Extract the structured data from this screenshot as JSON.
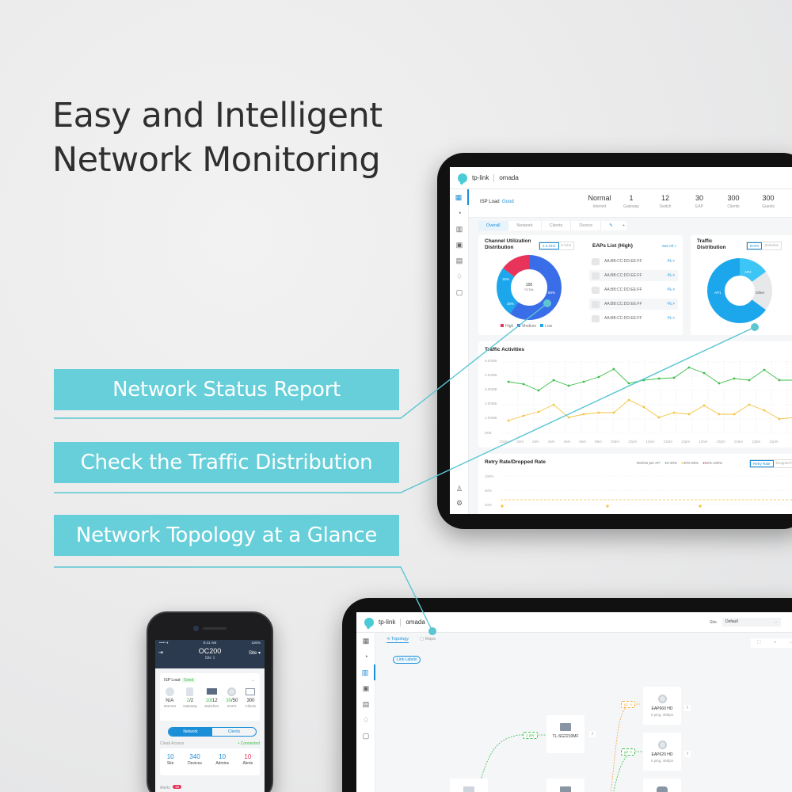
{
  "headline": {
    "line1": "Easy and Intelligent",
    "line2": "Network Monitoring"
  },
  "callouts": [
    {
      "label": "Network Status Report"
    },
    {
      "label": "Check the Traffic Distribution"
    },
    {
      "label": "Network Topology at a Glance"
    }
  ],
  "colors": {
    "accent_teal": "#67cfd9",
    "brand_blue": "#1a8fd8",
    "high_red": "#e8335a",
    "medium_blue": "#3a6ee8",
    "low_cyan": "#1ca7ec",
    "green_line": "#3cbf4a",
    "yellow_line": "#f5c342"
  },
  "tablet_dashboard": {
    "logo": {
      "brand": "tp-link",
      "product": "omada"
    },
    "sidebar_icons": [
      "dashboard-icon",
      "statistics-icon",
      "map-icon",
      "devices-icon",
      "insight-icon",
      "location-icon",
      "log-icon",
      "user-icon",
      "settings-icon"
    ],
    "isp_load": {
      "label": "ISP Load",
      "status": "Good"
    },
    "stats": [
      {
        "value": "Normal",
        "label": "Internet"
      },
      {
        "value": "1",
        "label": "Gateway"
      },
      {
        "value": "12",
        "label": "Switch"
      },
      {
        "value": "30",
        "label": "EAP"
      },
      {
        "value": "300",
        "label": "Clients"
      },
      {
        "value": "300",
        "label": "Guests"
      }
    ],
    "tabs": [
      "Overall",
      "Network",
      "Clients",
      "Device"
    ],
    "channel_card": {
      "title1": "Channel Utilization",
      "title2": "Distribution",
      "band_on": "2.4 GHz",
      "band_off": "5 GHz",
      "center_value": "100",
      "center_label": "TOTAL"
    },
    "eaps_card": {
      "title": "EAPs List (High)",
      "see_all": "See All >",
      "items": [
        {
          "mac": "AA:BB:CC:DD:EE:FF",
          "pct": "-% >"
        },
        {
          "mac": "AA:BB:CC:DD:EE:FF",
          "pct": "-% >"
        },
        {
          "mac": "AA:BB:CC:DD:EE:FF",
          "pct": "-% >"
        },
        {
          "mac": "AA:BB:CC:DD:EE:FF",
          "pct": "-% >"
        },
        {
          "mac": "AA:BB:CC:DD:EE:FF",
          "pct": "-% >"
        }
      ]
    },
    "traffic_dist_card": {
      "title1": "Traffic",
      "title2": "Distribution",
      "toggle_on": "EAPs",
      "toggle_off": "Switches",
      "labels": [
        "AP1",
        "AP2",
        "Other"
      ]
    },
    "traffic_activities": {
      "title": "Traffic Activities",
      "yticks": [
        "5.00MB",
        "4.00MB",
        "3.00MB",
        "2.00MB",
        "1.00MB",
        "0KB"
      ],
      "xticks": [
        "12am",
        "2am",
        "2am",
        "4am",
        "4am",
        "6am",
        "8am",
        "10am",
        "12pm",
        "12am",
        "12am",
        "12pm",
        "12am",
        "12pm",
        "12am",
        "12pm",
        "12pm",
        "12am",
        "12am"
      ]
    },
    "retry_card": {
      "title": "Retry Rate/Dropped Rate",
      "legend_title": "Retries per AP:",
      "legend": [
        "0-40%",
        "40%-60%",
        "60%-100%"
      ],
      "toggle_on": "Retry Rate",
      "toggle_off": "Dropped Rate",
      "yticks": [
        "100%",
        "60%",
        "20%"
      ]
    }
  },
  "chart_data": [
    {
      "type": "pie",
      "title": "Channel Utilization Distribution",
      "categories": [
        "High",
        "Medium",
        "Low"
      ],
      "values": [
        15,
        60,
        25
      ],
      "donut": true
    },
    {
      "type": "pie",
      "title": "Traffic Distribution",
      "categories": [
        "AP1",
        "AP2",
        "Other"
      ],
      "values": [
        65,
        15,
        20
      ],
      "donut": true
    },
    {
      "type": "line",
      "title": "Traffic Activities",
      "ylabel": "MB",
      "ylim": [
        0,
        5
      ],
      "series": [
        {
          "name": "green",
          "values": [
            3.6,
            3.4,
            3.0,
            3.7,
            3.3,
            3.6,
            3.9,
            4.5,
            3.5,
            3.7,
            3.8,
            3.9,
            4.6,
            4.2,
            3.5,
            3.8,
            3.7,
            4.4,
            3.7,
            3.7
          ]
        },
        {
          "name": "yellow",
          "values": [
            0.9,
            1.2,
            1.5,
            2.0,
            1.1,
            1.3,
            1.4,
            1.4,
            2.3,
            1.8,
            1.1,
            1.4,
            1.3,
            1.9,
            1.3,
            1.3,
            2.0,
            1.6,
            1.0,
            1.1
          ]
        }
      ]
    }
  ],
  "phone": {
    "status": {
      "signal": "••••• ▾",
      "time": "9:41 AM",
      "battery": "100%"
    },
    "title": "OC200",
    "subtitle": "Site 1",
    "site_menu": "Site ▾",
    "logout": "⇥",
    "isp_load": {
      "label": "ISP Load",
      "status": "Good"
    },
    "devices": [
      {
        "value_a": "N/A",
        "value_b": "",
        "label": "Internet"
      },
      {
        "value_a": "2",
        "value_b": "/2",
        "label": "Gateway"
      },
      {
        "value_a": "10",
        "value_b": "/12",
        "label": "Switches"
      },
      {
        "value_a": "30",
        "value_b": "/50",
        "label": "EAPs"
      },
      {
        "value_a": "",
        "value_b": "300",
        "label": "Clients"
      }
    ],
    "segment": {
      "on": "Network",
      "off": "Clients"
    },
    "cloud": {
      "label": "Cloud Access",
      "status": "• Connected"
    },
    "counts": [
      {
        "value": "10",
        "label": "Site"
      },
      {
        "value": "340",
        "label": "Devices"
      },
      {
        "value": "10",
        "label": "Admins"
      },
      {
        "value": "10",
        "label": "Alerts"
      }
    ],
    "alerts": {
      "label": "Alerts",
      "badge": "10"
    }
  },
  "tablet_topology": {
    "logo": {
      "brand": "tp-link",
      "product": "omada"
    },
    "site_label": "Site:",
    "site_value": "Default",
    "tabs": {
      "topology": "Topology",
      "maps": "Maps"
    },
    "link_labels_button": "Link Labels",
    "controls": [
      "⛶",
      "+",
      "−"
    ],
    "nodes": [
      {
        "name": "TL-SG2210MF",
        "sub": ""
      },
      {
        "name": "EAP660 HD",
        "sub": "6 ping, 4Mbps"
      },
      {
        "name": "EAP620 HD",
        "sub": "6 ping, 4Mbps"
      }
    ],
    "link_tags": [
      "1 pW",
      "g1 ->",
      "g2 ->"
    ]
  }
}
